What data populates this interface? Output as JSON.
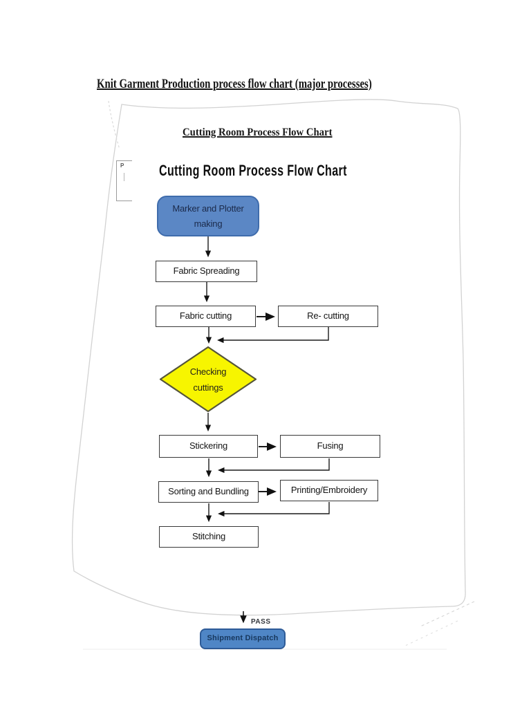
{
  "header": {
    "title": "Knit Garment Production process flow chart (major processes)",
    "section_title": "Cutting Room Process Flow Chart",
    "chart_title": "Cutting Room Process Flow Chart",
    "margin_fragment": "P"
  },
  "flowchart": {
    "nodes": {
      "marker": {
        "label": "Marker and Plotter making",
        "type": "rounded-start"
      },
      "fabric_spreading": {
        "label": "Fabric Spreading",
        "type": "process"
      },
      "fabric_cutting": {
        "label": "Fabric cutting",
        "type": "process"
      },
      "re_cutting": {
        "label": "Re- cutting",
        "type": "process"
      },
      "checking": {
        "line1": "Checking",
        "line2": "cuttings",
        "type": "decision"
      },
      "stickering": {
        "label": "Stickering",
        "type": "process"
      },
      "fusing": {
        "label": "Fusing",
        "type": "process"
      },
      "sorting": {
        "label": "Sorting and Bundling",
        "type": "process"
      },
      "printing": {
        "label": "Printing/Embroidery",
        "type": "process"
      },
      "stitching": {
        "label": "Stitching",
        "type": "process"
      }
    }
  },
  "footer": {
    "pass_label": "PASS",
    "shipment": {
      "label": "Shipment Dispatch"
    }
  },
  "colors": {
    "start_node_fill": "#5b87c5",
    "start_node_border": "#3f6cac",
    "decision_fill": "#f7f500",
    "decision_border": "#55553a",
    "process_border": "#383838",
    "shipment_fill": "#4f86c6",
    "shipment_border": "#2e5b97",
    "shipment_text": "#17375d",
    "connector": "#1a1a1a",
    "page_outline": "#d2d2d2"
  }
}
